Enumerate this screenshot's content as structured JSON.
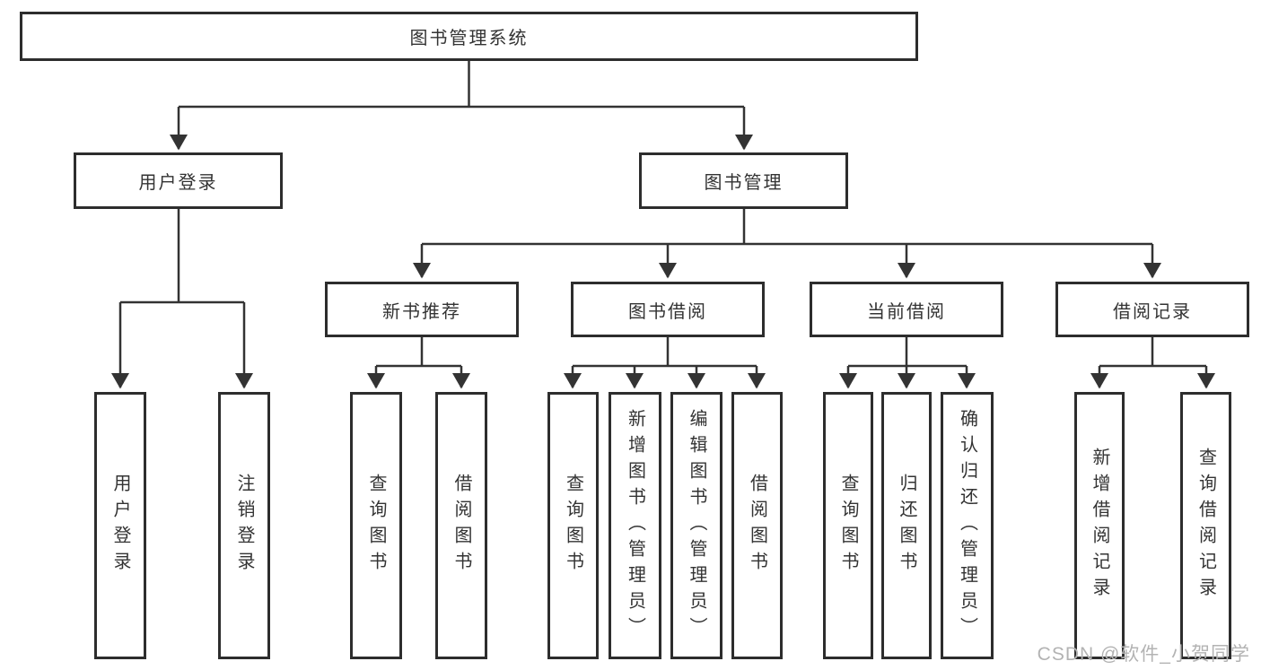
{
  "colors": {
    "line": "#333333",
    "box_border": "#2d2d2d",
    "text": "#333333",
    "watermark": "#b3b3b3",
    "background": "#ffffff"
  },
  "diagram": {
    "type": "tree",
    "root": "图书管理系统",
    "branches": [
      {
        "label": "用户登录",
        "children": [
          {
            "label": "用户登录"
          },
          {
            "label": "注销登录"
          }
        ]
      },
      {
        "label": "图书管理",
        "children": [
          {
            "label": "新书推荐",
            "children": [
              {
                "label": "查询图书"
              },
              {
                "label": "借阅图书"
              }
            ]
          },
          {
            "label": "图书借阅",
            "children": [
              {
                "label": "查询图书"
              },
              {
                "label": "新增图书（管理员）"
              },
              {
                "label": "编辑图书（管理员）"
              },
              {
                "label": "借阅图书"
              }
            ]
          },
          {
            "label": "当前借阅",
            "children": [
              {
                "label": "查询图书"
              },
              {
                "label": "归还图书"
              },
              {
                "label": "确认归还（管理员）"
              }
            ]
          },
          {
            "label": "借阅记录",
            "children": [
              {
                "label": "新增借阅记录"
              },
              {
                "label": "查询借阅记录"
              }
            ]
          }
        ]
      }
    ]
  },
  "watermark": {
    "text": "CSDN @软件_小贺同学"
  }
}
